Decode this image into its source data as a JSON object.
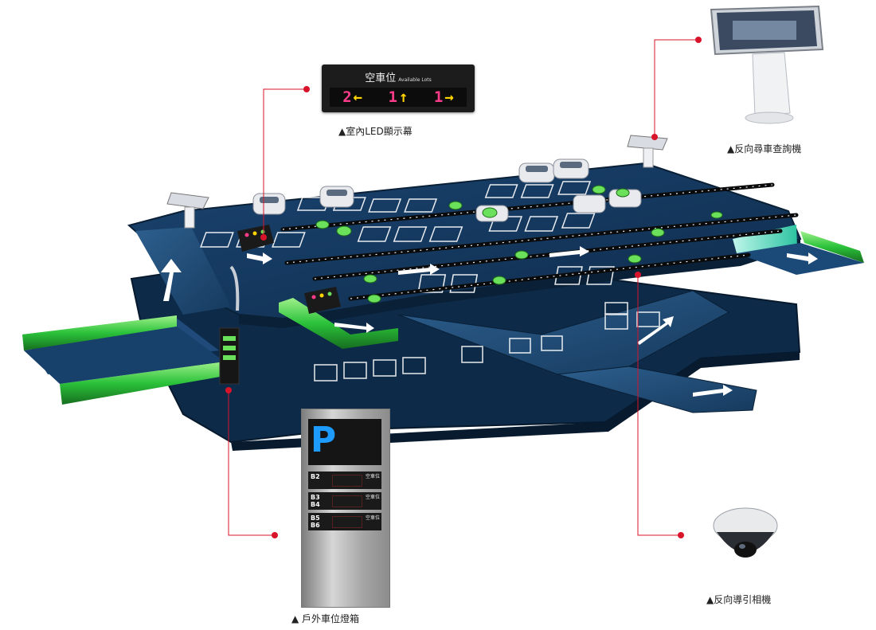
{
  "led_display": {
    "title": "空車位",
    "subtitle": "Available Lots",
    "cells": [
      {
        "count": "2",
        "arrow": "←"
      },
      {
        "count": "1",
        "arrow": "↑"
      },
      {
        "count": "1",
        "arrow": "→"
      }
    ]
  },
  "outdoor_box": {
    "logo": "P",
    "rows": [
      {
        "levels": "B2",
        "label": "空車位"
      },
      {
        "levels": "B3 B4",
        "label": "空車位"
      },
      {
        "levels": "B5 B6",
        "label": "空車位"
      }
    ]
  },
  "captions": {
    "led": "▲室內LED顯示幕",
    "kiosk": "▲反向尋車查詢機",
    "box": "▲ 戶外車位燈箱",
    "camera": "▲反向導引相機"
  },
  "colors": {
    "deck": "#13355a",
    "deck_dark": "#0c2540",
    "ramp_green": "#2bc23a",
    "callout": "#d8142a",
    "led_pink": "#ff3c8a",
    "led_yellow": "#ffd400",
    "sensor_green": "#6be05a",
    "logo_blue": "#1e9bff"
  }
}
